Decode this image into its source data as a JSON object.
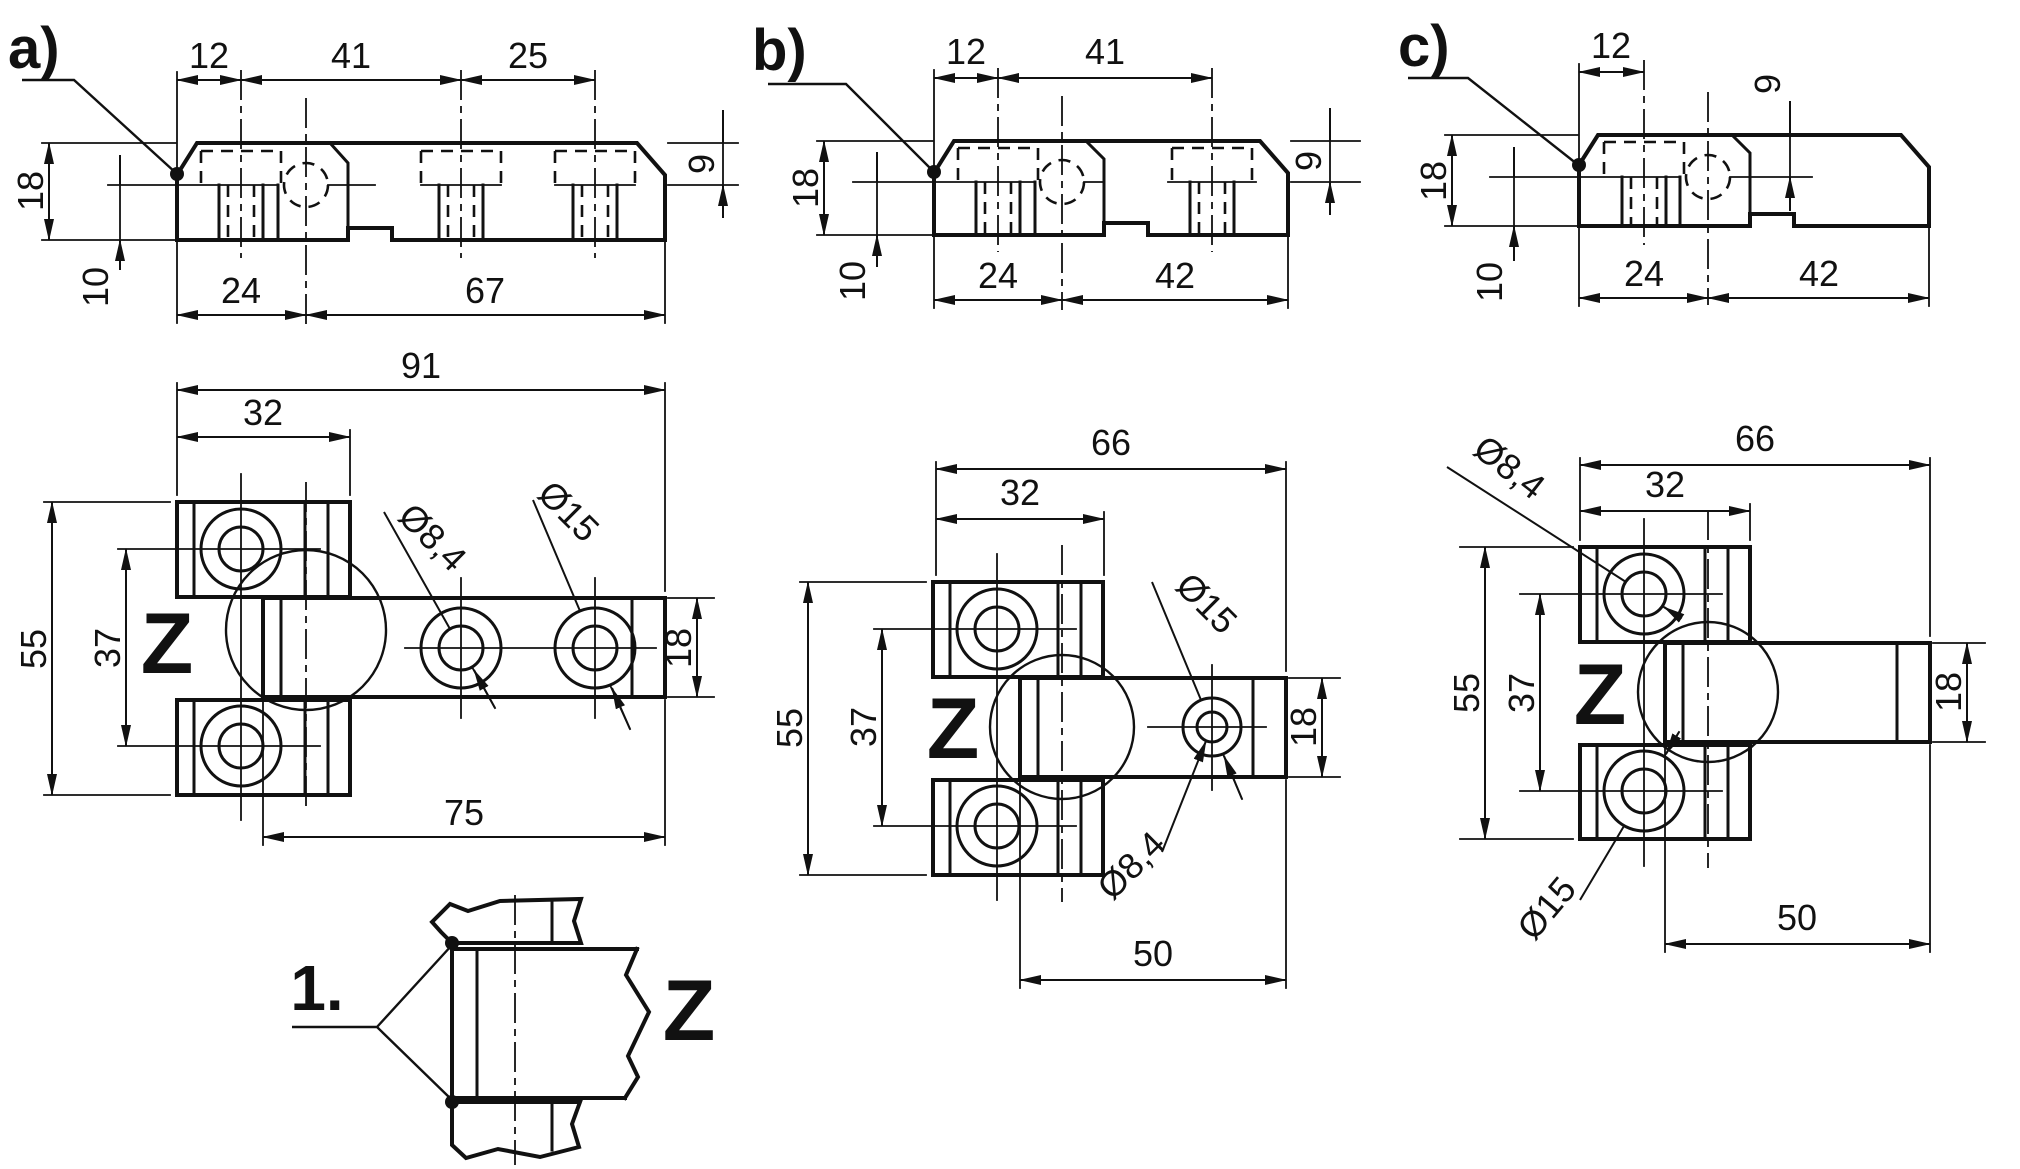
{
  "variants": [
    {
      "label": "a)",
      "zone": "Z",
      "top": {
        "slot_offset": "12",
        "slot_spacing": "41",
        "slot_spacing2": "25",
        "thickness": "18",
        "ledge": "10",
        "axis_offset": "24",
        "length": "67",
        "depth": "9"
      },
      "front": {
        "width": "91",
        "lug_width": "32",
        "height": "55",
        "hole_spacing": "37",
        "bore": "Ø8,4",
        "counterbore": "Ø15",
        "arm_height": "18",
        "arm_length": "75"
      }
    },
    {
      "label": "b)",
      "zone": "Z",
      "top": {
        "slot_offset": "12",
        "slot_spacing": "41",
        "thickness": "18",
        "ledge": "10",
        "axis_offset": "24",
        "length": "42",
        "depth": "9"
      },
      "front": {
        "width": "66",
        "lug_width": "32",
        "height": "55",
        "hole_spacing": "37",
        "bore": "Ø8,4",
        "counterbore": "Ø15",
        "arm_height": "18",
        "arm_length": "50"
      }
    },
    {
      "label": "c)",
      "zone": "Z",
      "top": {
        "slot_offset": "12",
        "thickness": "18",
        "ledge": "10",
        "axis_offset": "24",
        "length": "42",
        "depth": "9"
      },
      "front": {
        "width": "66",
        "lug_width": "32",
        "height": "55",
        "hole_spacing": "37",
        "bore": "Ø8,4",
        "counterbore": "Ø15",
        "arm_height": "18",
        "arm_length": "50"
      }
    }
  ],
  "detail": {
    "callout": "1.",
    "zone": "Z"
  }
}
